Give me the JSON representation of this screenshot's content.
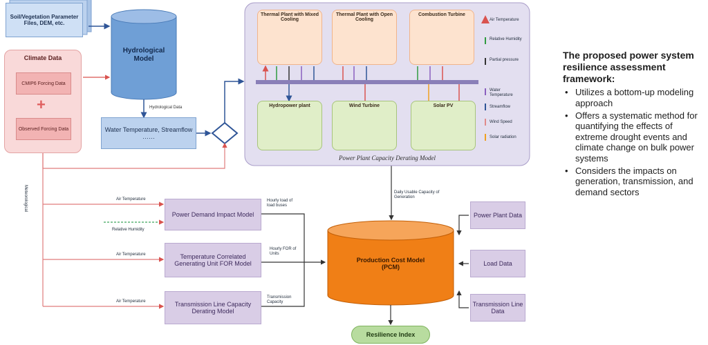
{
  "diagram": {
    "soil_params": "Soil/Vegetation Parameter Files, DEM, etc.",
    "hydrological_model": "Hydrological Model",
    "climate_data": {
      "title": "Climate Data",
      "cmip6": "CMIP6 Forcing Data",
      "observed": "Observed Forcing Data"
    },
    "hydrological_data_label": "Hydrological Data",
    "water_temp_box": "Water Temperature, Streamflow ……",
    "plants": {
      "thermal_mixed": "Thermal Plant with Mixed Cooling",
      "thermal_open": "Thermal Plant with Open Cooling",
      "combustion": "Combustion Turbine",
      "hydro": "Hydropower plant",
      "wind": "Wind Turbine",
      "solar": "Solar PV"
    },
    "legend": {
      "air_temp": "Air Temperature",
      "rel_humidity": "Relative Humidity",
      "pressure": "Partial pressure",
      "water_temp": "Water Temperature",
      "streamflow": "Streamflow",
      "wind_speed": "Wind Speed",
      "solar_rad": "Solar radiation"
    },
    "derating_title": "Power Plant Capacity Derating Model",
    "daily_capacity": "Daily Usable Capacity of Generation",
    "meteorological": "Meteorological",
    "air_temperature": "Air Temperature",
    "relative_humidity": "Relative Humidity",
    "power_demand": "Power Demand Impact Model",
    "hourly_load": "Hourly load of load buses",
    "temp_correlated": "Temperature Correlated Generating Unit FOR Model",
    "hourly_for": "Hourly FOR of Units",
    "transmission_model": "Transmission Line Capacity Derating Model",
    "transmission_capacity": "Transmission Capacity",
    "pcm": {
      "line1": "Production Cost Model",
      "line2": "(PCM)"
    },
    "power_plant_data": "Power Plant Data",
    "load_data": "Load Data",
    "transmission_line_data": "Transmission Line Data",
    "resilience_index": "Resilience Index"
  },
  "side": {
    "title": "The proposed power system resilience assessment framework:",
    "bullets": [
      "Utilizes a bottom-up modeling approach",
      "Offers a systematic method for quantifying the effects of extreme drought events and climate change on bulk power systems",
      "Considers the impacts on generation, transmission, and demand sectors"
    ]
  },
  "colors": {
    "connector": "#e07c7c",
    "flow": "#2f5597",
    "pcm_orange": "#f07f16",
    "lavender": "#d9cde6",
    "resilience_green": "#b8dc9f"
  }
}
